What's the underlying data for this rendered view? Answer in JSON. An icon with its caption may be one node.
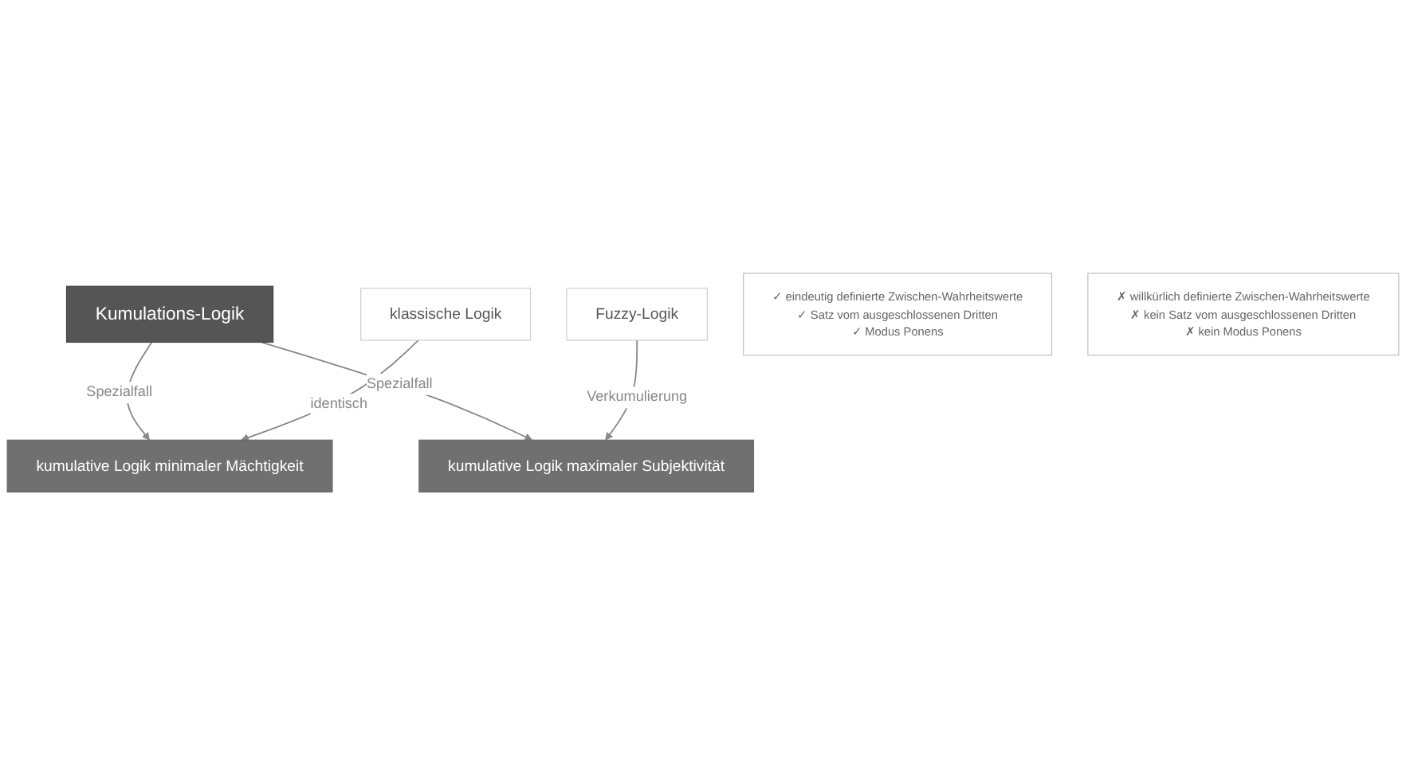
{
  "diagram": {
    "nodes": [
      {
        "text": [
          "Kumulations-Logik"
        ]
      },
      {
        "text": [
          "kumulative Logik minimaler Mächtigkeit"
        ]
      },
      {
        "text": [
          "kumulative Logik maximaler Subjektivität"
        ]
      },
      {
        "text": [
          "klassische Logik"
        ]
      },
      {
        "text": [
          "Fuzzy-Logik"
        ]
      },
      {
        "text": [
          "✓ eindeutig definierte Zwischen-Wahrheitswerte",
          "✓ Satz vom ausgeschlossenen Dritten",
          "✓ Modus Ponens"
        ]
      },
      {
        "text": [
          "✗ willkürlich definierte Zwischen-Wahrheitswerte",
          "✗ kein Satz vom ausgeschlossenen Dritten",
          "✗ kein Modus Ponens"
        ]
      }
    ],
    "edges": [
      {
        "from": 0,
        "to": 1,
        "label": "Spezialfall",
        "arrow": "to"
      },
      {
        "from": 0,
        "to": 2,
        "label": "Spezialfall",
        "arrow": "to"
      },
      {
        "from": 3,
        "to": 1,
        "label": "identisch",
        "arrow": "to"
      },
      {
        "from": 4,
        "to": 2,
        "label": "Verkumulierung",
        "arrow": "to"
      }
    ]
  }
}
